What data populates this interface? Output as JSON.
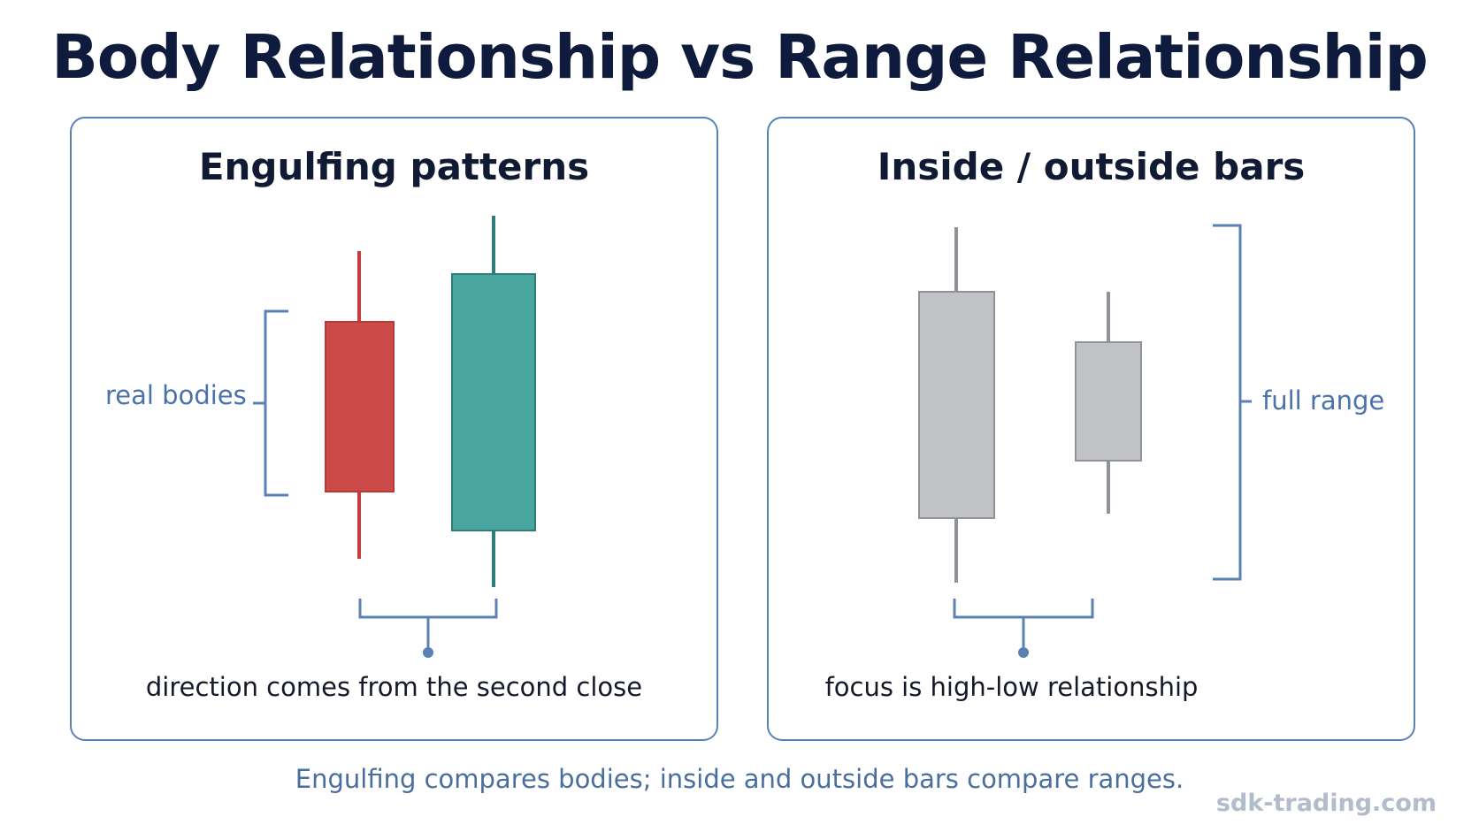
{
  "title": "Body Relationship vs Range Relationship",
  "panels": {
    "left": {
      "heading": "Engulfing patterns",
      "bracket_label": "real bodies",
      "caption": "direction comes from the second close"
    },
    "right": {
      "heading": "Inside / outside bars",
      "bracket_label": "full range",
      "caption": "focus is high-low relationship"
    }
  },
  "footer": "Engulfing compares bodies; inside and outside bars compare ranges.",
  "watermark": "sdk-trading.com",
  "colors": {
    "accent": "#5b80b4",
    "bearish": "#cc4a47",
    "bullish": "#4aa6a1",
    "neutral": "#c0c2c6"
  }
}
